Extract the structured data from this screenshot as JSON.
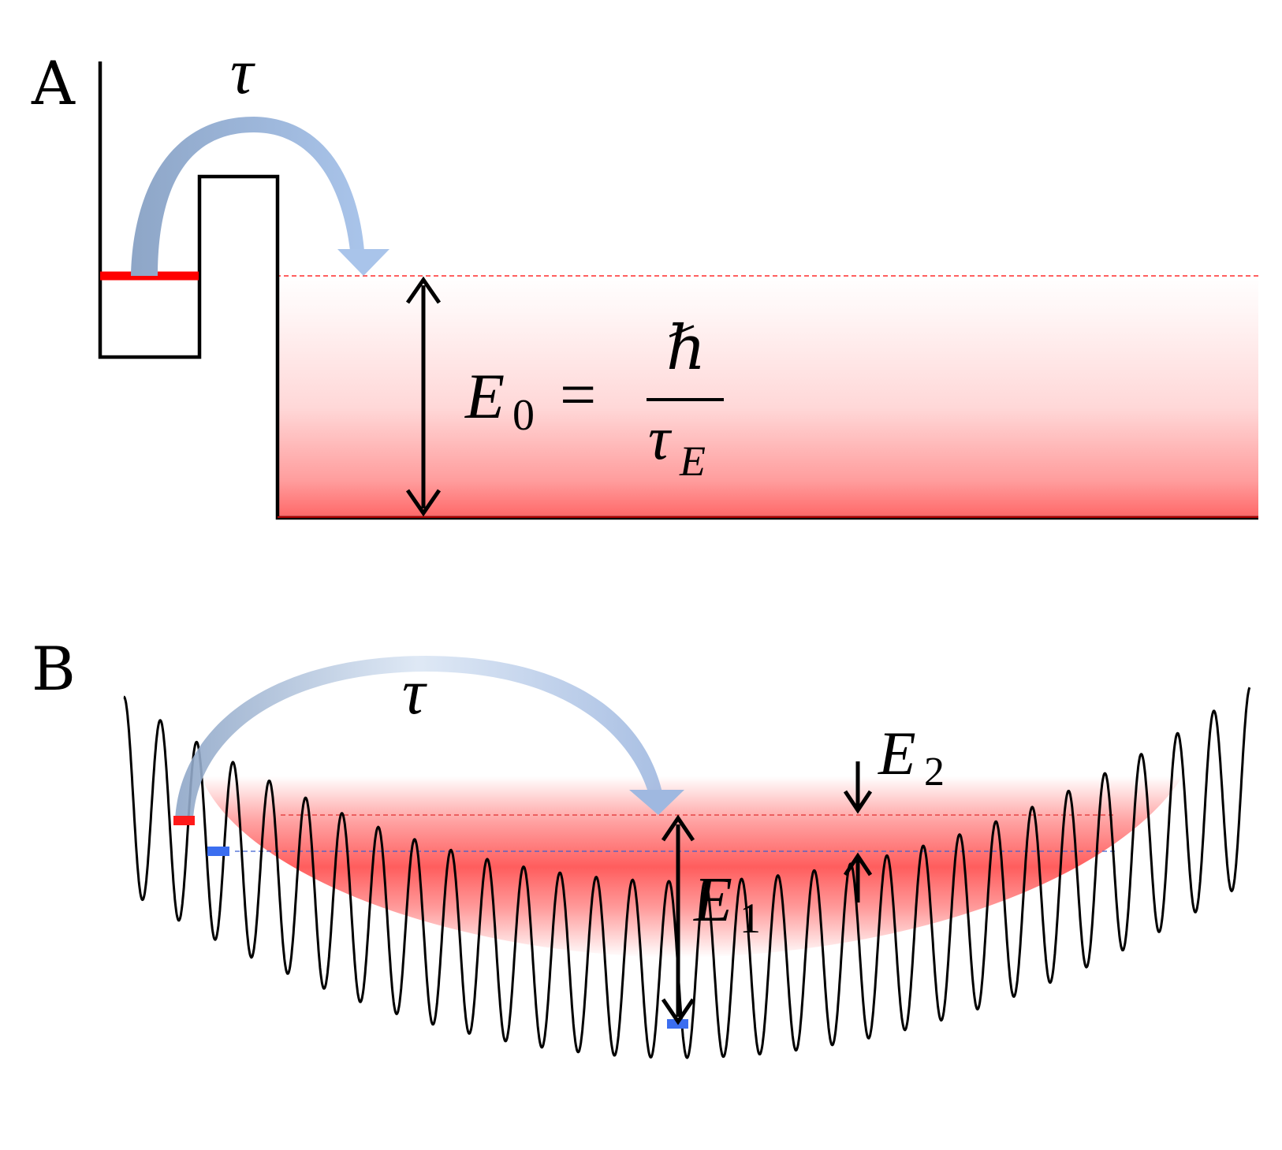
{
  "panel_a": {
    "label": "A",
    "tau_symbol": "τ",
    "equation": {
      "lhs_symbol": "E",
      "lhs_subscript": "0",
      "equals": "=",
      "numerator": "ℏ",
      "denominator_symbol": "τ",
      "denominator_subscript": "E"
    }
  },
  "panel_b": {
    "label": "B",
    "tau_symbol": "τ",
    "e1_symbol": "E",
    "e1_subscript": "1",
    "e2_symbol": "E",
    "e2_subscript": "2",
    "oscillation_periods": 31
  },
  "colors": {
    "line": "#000000",
    "level_red": "#ff0000",
    "level_blue": "#3b6ef0",
    "arrow_fill": "#a9c4e8",
    "arrow_dark": "#8ea6c7",
    "band_red": "#ff5555"
  }
}
